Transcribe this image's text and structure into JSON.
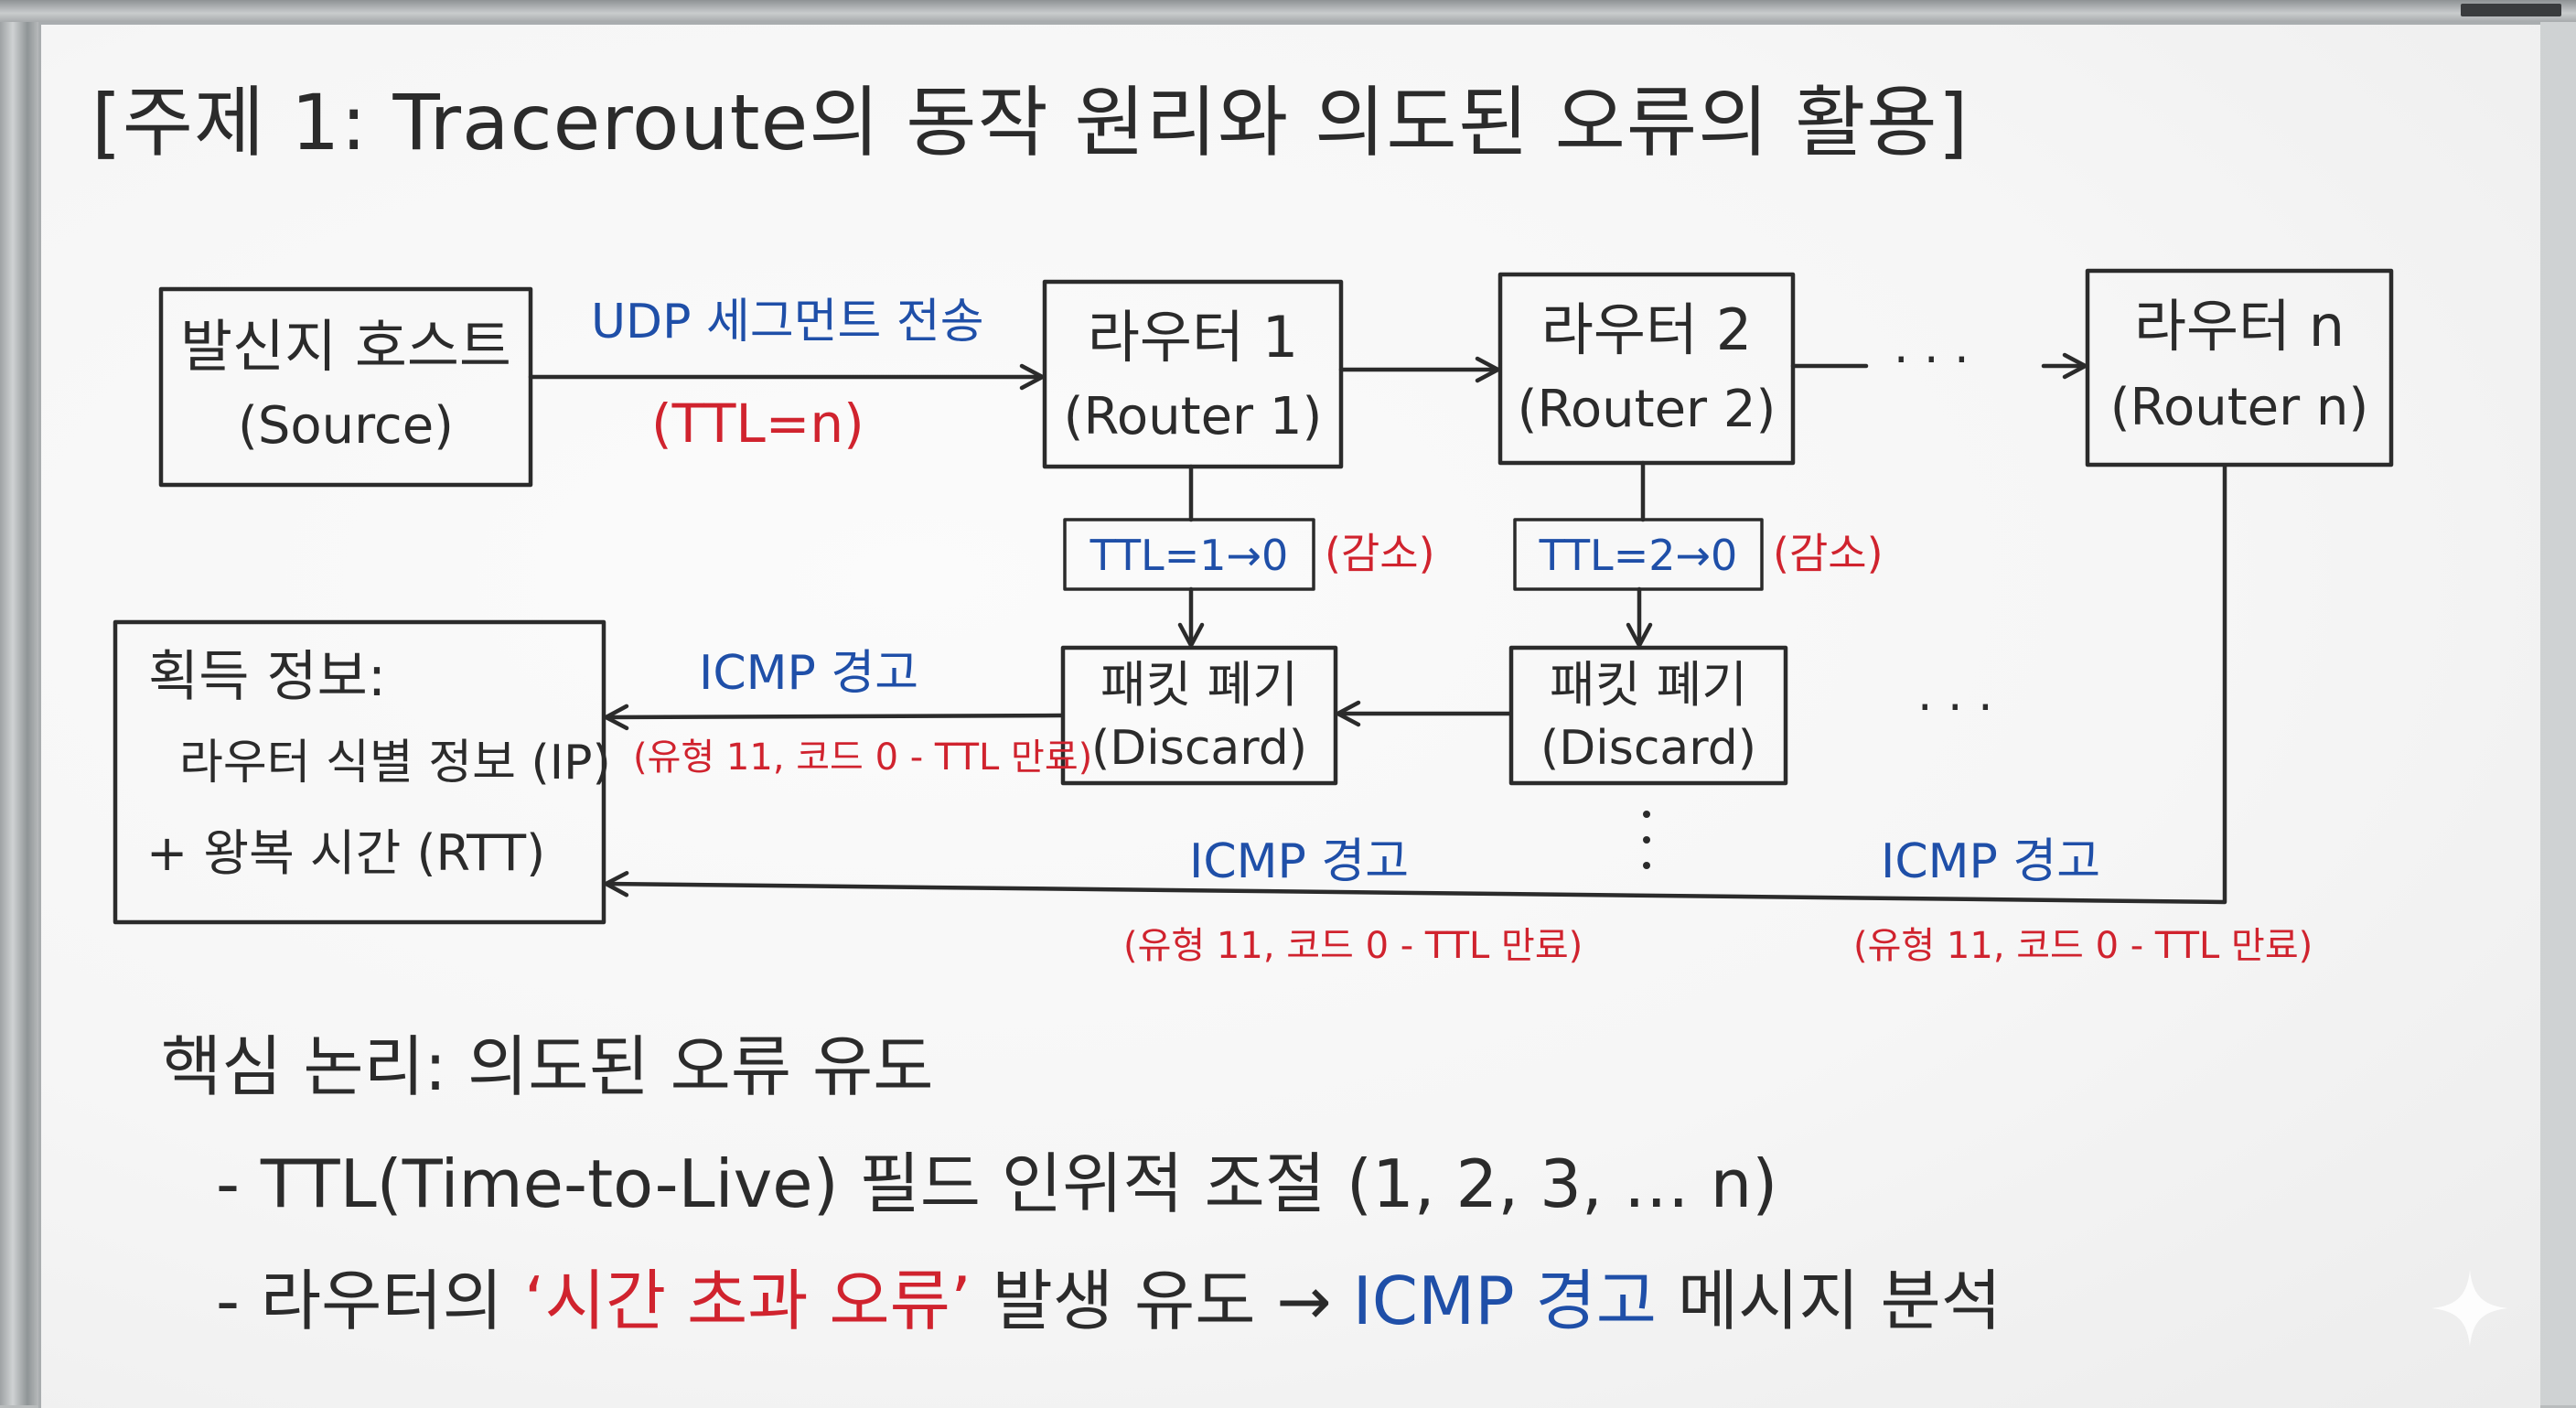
{
  "title": "[주제 1: Traceroute의 동작 원리와 의도된 오류의 활용]",
  "nodes": {
    "source": {
      "label": "발신지 호스트",
      "sub": "(Source)"
    },
    "router1": {
      "label": "라우터 1",
      "sub": "(Router 1)"
    },
    "router2": {
      "label": "라우터 2",
      "sub": "(Router 2)"
    },
    "routern": {
      "label": "라우터 n",
      "sub": "(Router n)"
    },
    "discard1": {
      "label": "패킷 폐기",
      "sub": "(Discard)"
    },
    "discard2": {
      "label": "패킷 폐기",
      "sub": "(Discard)"
    },
    "info": {
      "label": "획득 정보:",
      "line1": "라우터 식별 정보 (IP)",
      "line2": "+ 왕복 시간 (RTT)"
    }
  },
  "send_arrow": {
    "label": "UDP 세그먼트 전송",
    "ttl": "(TTL=n)"
  },
  "ellipsis": "· · ·",
  "ttl_boxes": [
    {
      "value": "TTL=1→0",
      "note": "(감소)"
    },
    {
      "value": "TTL=2→0",
      "note": "(감소)"
    }
  ],
  "icmp": {
    "label": "ICMP 경고",
    "detail": "(유형 11, 코드 0 - TTL 만료)"
  },
  "core": {
    "heading": "핵심 논리: 의도된 오류 유도",
    "point1": "- TTL(Time-to-Live) 필드 인위적 조절 (1, 2, 3, … n)",
    "point2_prefix": "- 라우터의 ",
    "point2_quote": "‘시간 초과 오류’",
    "point2_mid": " 발생 유도 → ",
    "point2_icmp": "ICMP 경고",
    "point2_suffix": " 메시지 분석"
  },
  "colors": {
    "ink_black": "#2b2b2b",
    "ink_blue": "#1f4fa8",
    "ink_red": "#d0232e"
  }
}
